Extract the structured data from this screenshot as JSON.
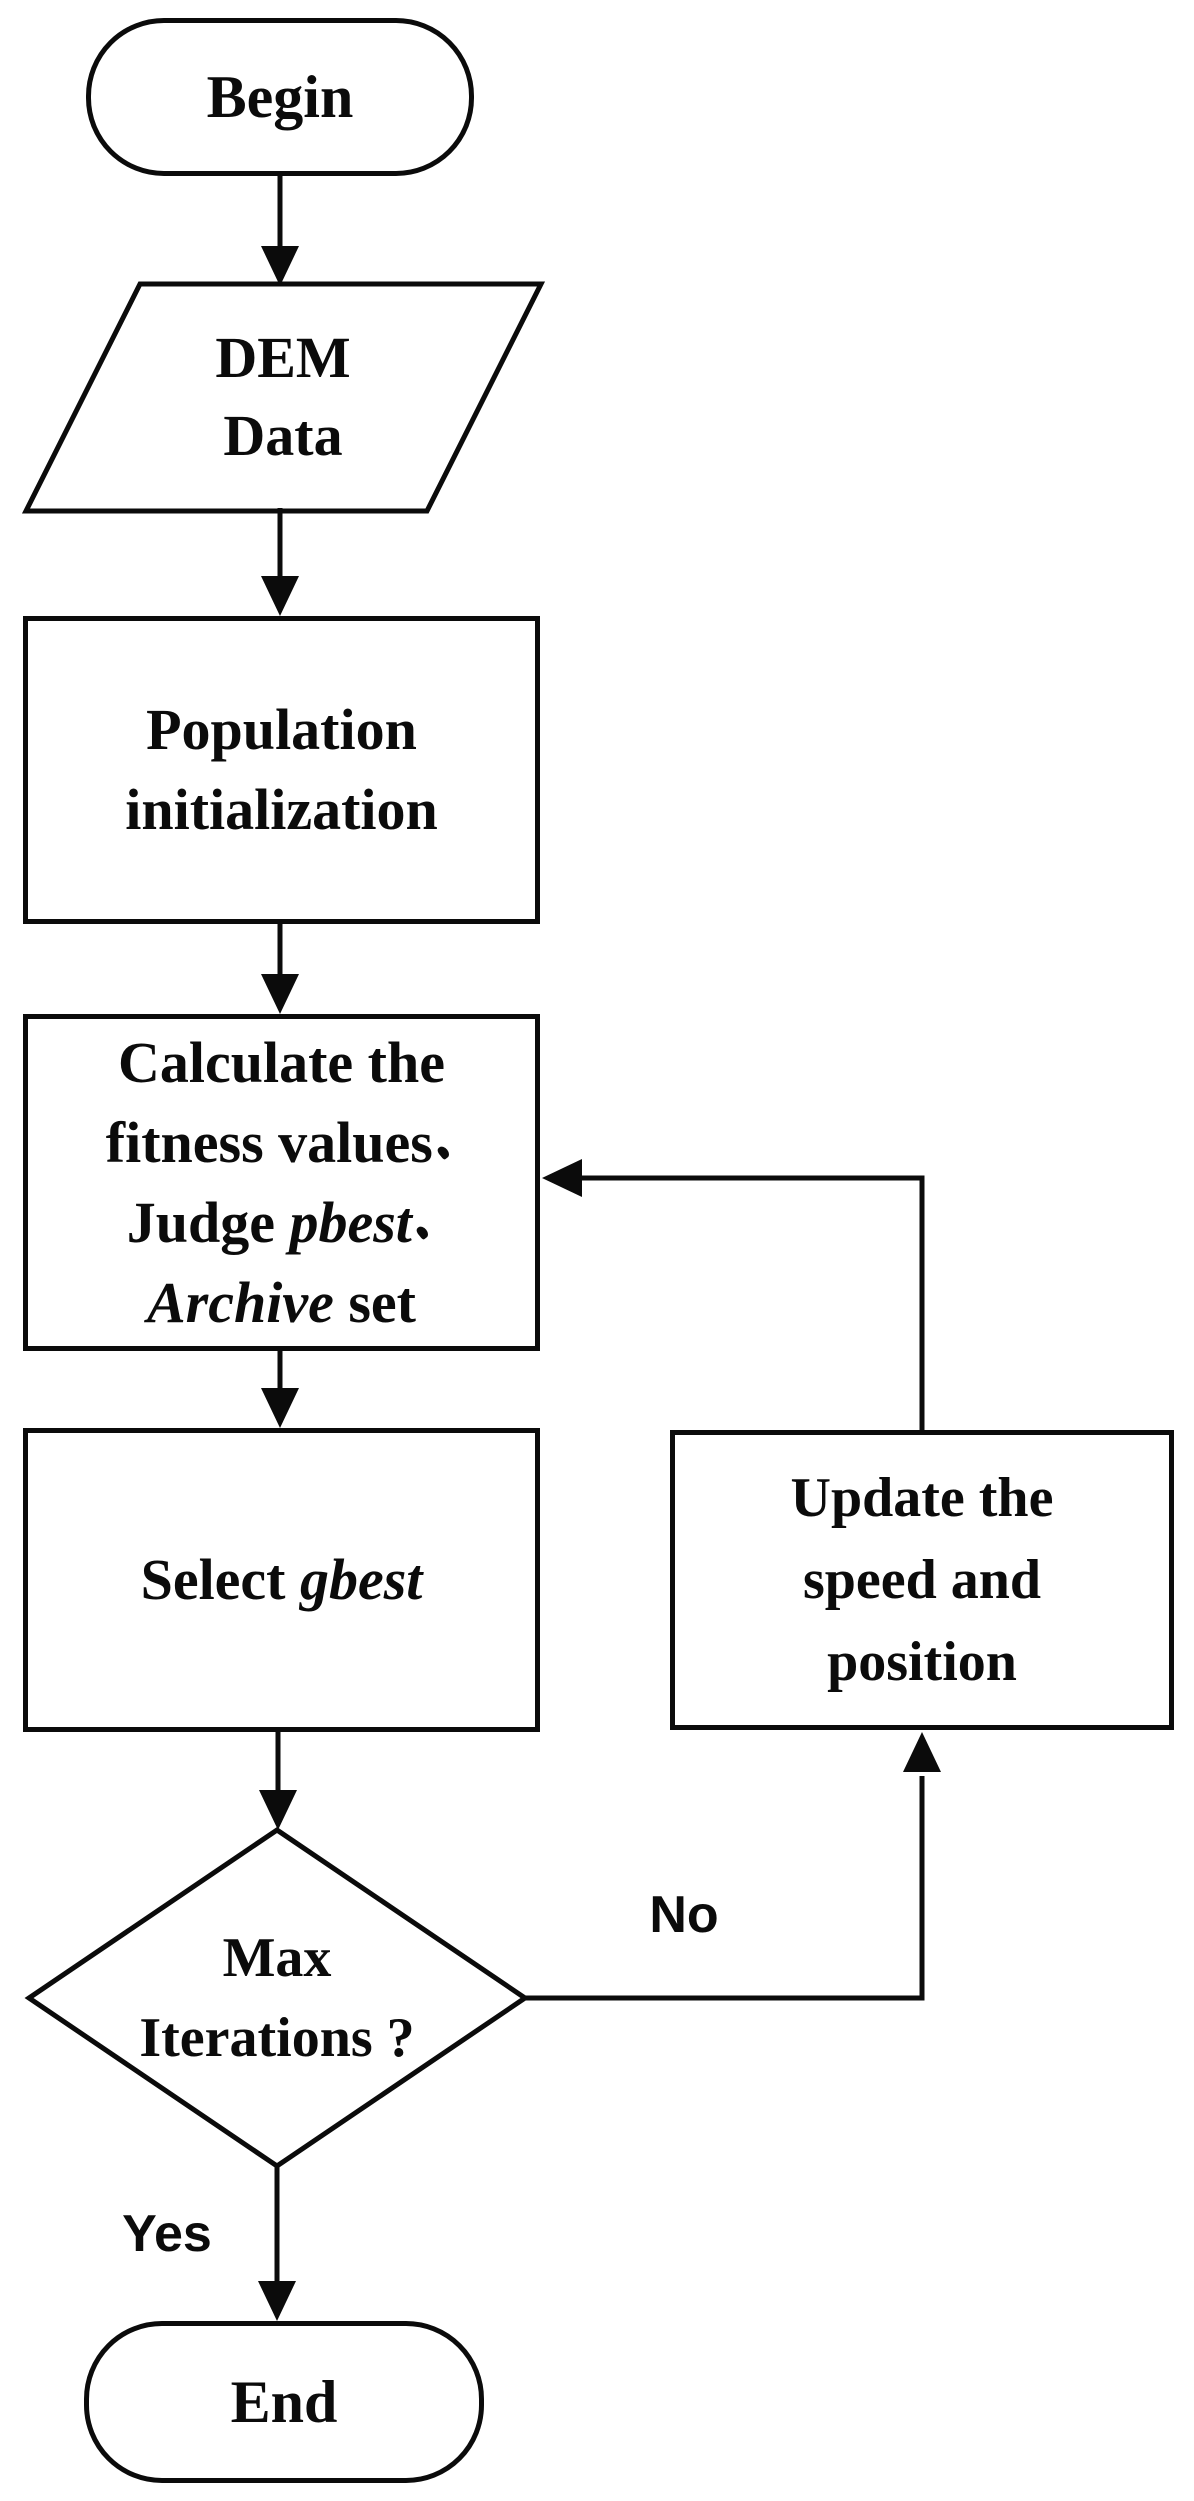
{
  "flowchart": {
    "colors": {
      "stroke": "#0b0b0b",
      "background": "#ffffff"
    },
    "nodes": {
      "begin": {
        "type": "terminator",
        "label": "Begin"
      },
      "dem": {
        "type": "input-output",
        "lines": [
          "DEM",
          "Data"
        ]
      },
      "population": {
        "type": "process",
        "lines": [
          "Population",
          "initialization"
        ]
      },
      "calculate": {
        "type": "process",
        "line1": "Calculate the",
        "line2_text": "fitness values",
        "line2_comma": "、",
        "line3_prefix": "Judge ",
        "line3_italic": "pbest",
        "line3_comma": "、",
        "line4_italic": "Archive",
        "line4_suffix": " set"
      },
      "select": {
        "type": "process",
        "prefix": "Select ",
        "italic": "gbest"
      },
      "decision": {
        "type": "decision",
        "lines": [
          "Max",
          "Iterations ?"
        ]
      },
      "update": {
        "type": "process",
        "lines": [
          "Update the",
          "speed and",
          "position"
        ]
      },
      "end": {
        "type": "terminator",
        "label": "End"
      }
    },
    "edge_labels": {
      "no": "No",
      "yes": "Yes"
    }
  }
}
